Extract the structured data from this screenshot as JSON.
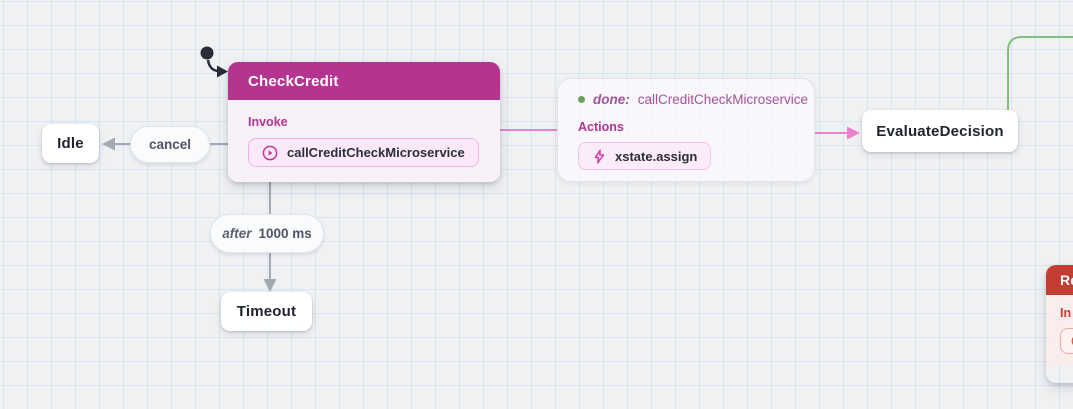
{
  "diagram": {
    "nodes": {
      "idle": {
        "label": "Idle"
      },
      "check_credit": {
        "title": "CheckCredit",
        "invoke_label": "Invoke",
        "service": "callCreditCheckMicroservice"
      },
      "evaluate_decision": {
        "label": "EvaluateDecision"
      },
      "timeout": {
        "label": "Timeout"
      },
      "partial_red": {
        "title": "Re",
        "invoke_label": "In"
      }
    },
    "edges": {
      "cancel": {
        "label": "cancel"
      },
      "after": {
        "keyword": "after",
        "delay": "1000 ms"
      },
      "done": {
        "event_keyword": "done:",
        "service": "callCreditCheckMicroservice",
        "actions_label": "Actions",
        "action_name": "xstate.assign"
      }
    },
    "colors": {
      "pink_header": "#b5348f",
      "pink_edge": "#ec82cb",
      "green_edge": "#84c07d",
      "green_dot": "#69a25b",
      "gray_edge": "#a3a9b3",
      "red_header": "#c33d33",
      "done_text": "#a1549c",
      "canvas_bg": "#eff1f3"
    }
  }
}
